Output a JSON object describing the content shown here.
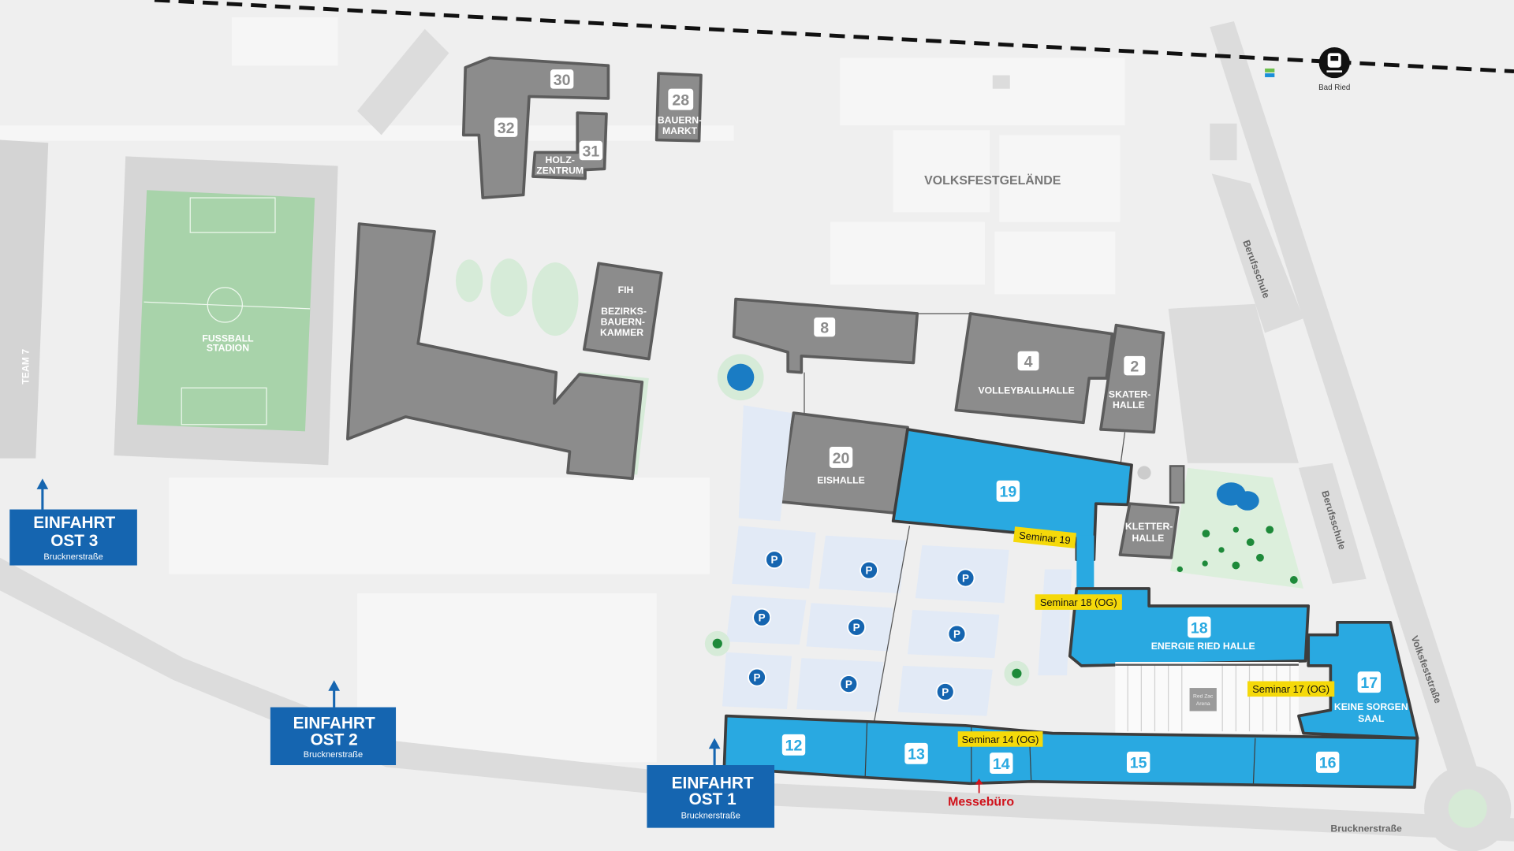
{
  "map": {
    "area_label": "VOLKSFESTGELÄNDE",
    "station": {
      "name": "Bad Ried",
      "icon": "train-icon"
    },
    "stadium": {
      "line1": "FUSSBALL",
      "line2": "STADION"
    },
    "team7": "TEAM 7",
    "arena": {
      "line1": "Red Zac",
      "line2": "Arena"
    },
    "messebuero": "Messebüro",
    "parking_label": "P",
    "streets": {
      "berufsschule_1": "Berufsschule",
      "berufsschule_2": "Berufsschule",
      "volksfeststrasse": "Volksfeststraße",
      "brucknerstrasse": "Brucknerstraße"
    },
    "buildings": {
      "b30": {
        "number": "30"
      },
      "b32": {
        "number": "32"
      },
      "b31": {
        "number": "31",
        "line1": "HOLZ-",
        "line2": "ZENTRUM"
      },
      "b28": {
        "number": "28",
        "line1": "BAUERN-",
        "line2": "MARKT"
      },
      "fih": {
        "line1": "FIH",
        "line2": "BEZIRKS-",
        "line3": "BAUERN-",
        "line4": "KAMMER"
      },
      "b8": {
        "number": "8"
      },
      "b4": {
        "number": "4",
        "line1": "VOLLEYBALLHALLE"
      },
      "b2": {
        "number": "2",
        "line1": "SKATER-",
        "line2": "HALLE"
      },
      "b20": {
        "number": "20",
        "line1": "EISHALLE"
      },
      "b19": {
        "number": "19"
      },
      "kletter": {
        "line1": "KLETTER-",
        "line2": "HALLE"
      },
      "b18": {
        "number": "18",
        "line1": "ENERGIE RIED HALLE"
      },
      "b17": {
        "number": "17",
        "line1": "KEINE SORGEN",
        "line2": "SAAL"
      },
      "b12": {
        "number": "12"
      },
      "b13": {
        "number": "13"
      },
      "b14": {
        "number": "14"
      },
      "b15": {
        "number": "15"
      },
      "b16": {
        "number": "16"
      }
    },
    "seminars": {
      "s19": "Seminar 19",
      "s18": "Seminar 18 (OG)",
      "s17": "Seminar 17 (OG)",
      "s14": "Seminar 14 (OG)"
    },
    "entrances": {
      "ost3": {
        "line1": "EINFAHRT",
        "line2": "OST 3",
        "street": "Brucknerstraße"
      },
      "ost2": {
        "line1": "EINFAHRT",
        "line2": "OST 2",
        "street": "Brucknerstraße"
      },
      "ost1": {
        "line1": "EINFAHRT",
        "line2": "OST 1",
        "street": "Brucknerstraße"
      }
    },
    "colors": {
      "hall": "#29a9e1",
      "building": "#8c8c8c",
      "entrance": "#1565b0",
      "seminar": "#f5d90a",
      "messebuero": "#d0121b"
    }
  }
}
